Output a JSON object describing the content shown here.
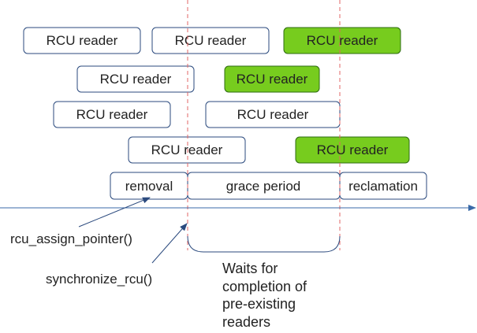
{
  "readers": [
    {
      "label": "RCU reader",
      "state": "normal"
    },
    {
      "label": "RCU reader",
      "state": "normal"
    },
    {
      "label": "RCU reader",
      "state": "active"
    },
    {
      "label": "RCU reader",
      "state": "normal"
    },
    {
      "label": "RCU reader",
      "state": "active"
    },
    {
      "label": "RCU reader",
      "state": "normal"
    },
    {
      "label": "RCU reader",
      "state": "normal"
    },
    {
      "label": "RCU reader",
      "state": "normal"
    },
    {
      "label": "RCU reader",
      "state": "active"
    }
  ],
  "phases": {
    "removal": "removal",
    "grace_period": "grace period",
    "reclamation": "reclamation"
  },
  "calls": {
    "assign": "rcu_assign_pointer()",
    "sync": "synchronize_rcu()"
  },
  "annotation": {
    "line1": "Waits for",
    "line2": "completion of",
    "line3": "pre-existing",
    "line4": "readers"
  },
  "colors": {
    "active_fill": "#77cc1e",
    "box_stroke": "#2b4a7e",
    "grace_line": "#e06666",
    "timeline": "#3a6aa8"
  }
}
